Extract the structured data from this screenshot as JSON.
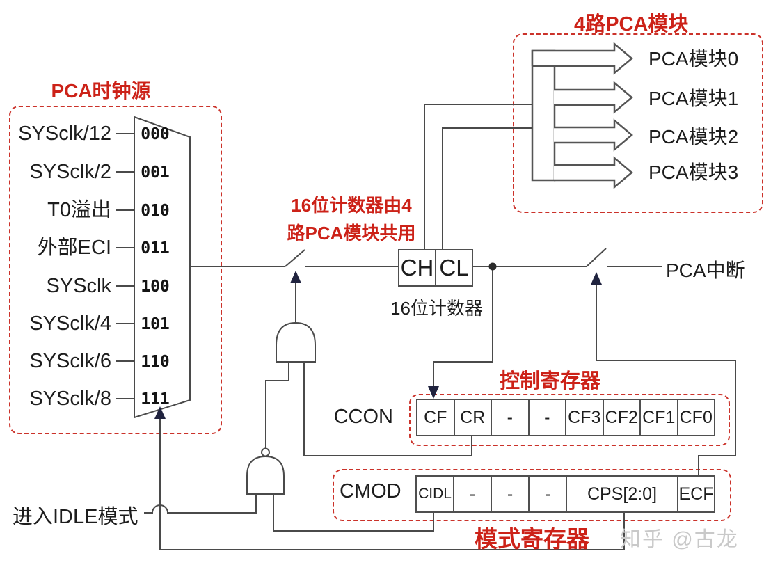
{
  "clock_source": {
    "title": "PCA时钟源",
    "inputs": [
      {
        "label": "SYSclk/12",
        "code": "000"
      },
      {
        "label": "SYSclk/2",
        "code": "001"
      },
      {
        "label": "T0溢出",
        "code": "010"
      },
      {
        "label": "外部ECI",
        "code": "011"
      },
      {
        "label": "SYSclk",
        "code": "100"
      },
      {
        "label": "SYSclk/4",
        "code": "101"
      },
      {
        "label": "SYSclk/6",
        "code": "110"
      },
      {
        "label": "SYSclk/8",
        "code": "111"
      }
    ]
  },
  "pca_modules": {
    "title": "4路PCA模块",
    "modules": [
      "PCA模块0",
      "PCA模块1",
      "PCA模块2",
      "PCA模块3"
    ]
  },
  "counter": {
    "annotation_line1": "16位计数器由4",
    "annotation_line2": "路PCA模块共用",
    "high_byte": "CH",
    "low_byte": "CL",
    "caption": "16位计数器"
  },
  "interrupt": {
    "label": "PCA中断"
  },
  "ccon": {
    "name": "CCON",
    "title": "控制寄存器",
    "bits": [
      "CF",
      "CR",
      "-",
      "-",
      "CF3",
      "CF2",
      "CF1",
      "CF0"
    ]
  },
  "cmod": {
    "name": "CMOD",
    "title": "模式寄存器",
    "bits": [
      "CIDL",
      "-",
      "-",
      "-",
      "CPS[2:0]",
      "ECF"
    ]
  },
  "idle": {
    "label": "进入IDLE模式"
  },
  "watermark": {
    "text": "知乎 @古龙"
  },
  "colors": {
    "accent_red": "#cc2218",
    "dashed_box": "#cb322a",
    "wire": "#4a4a4a",
    "arrowhead": "#20233f",
    "watermark": "#c9c9c9"
  }
}
